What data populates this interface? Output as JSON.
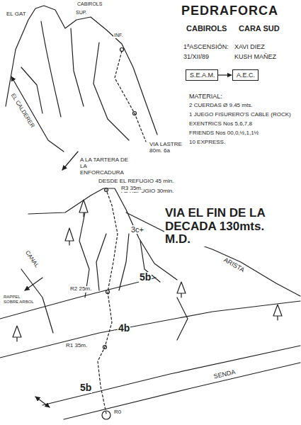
{
  "diagram": {
    "title": "PEDRAFORCA",
    "nodes": [
      {
        "text": [
          "S.E.A.M."
        ]
      },
      {
        "text": [
          "A.E.C."
        ]
      }
    ],
    "edges": [
      {
        "from": 0,
        "to": 1,
        "arrow": "to"
      }
    ],
    "labels": [
      "CABIROLS",
      "CARA SUD",
      "EL GAT",
      "CABIROLS",
      "SUP.",
      "INF.",
      "1ªASCENSIÓN:",
      "31/XII/89",
      "XAVI DIEZ",
      "KUSH MAÑEZ",
      "EL CALDERER",
      "MATERIAL:",
      "2 CUERDAS Ø 9.45 mts.",
      "1 JUEGO FISURERO'S CABLE (ROCK)",
      "EXENTRICS Nos 5,6,7,8",
      "FRIENDS Nos 00,0,½,1,1½",
      "10 EXPRESS.",
      "A LA TARTERA DE LA ENFORCADURA",
      "VIA LASTRE 80m. 6a",
      "DESDE EL REFUGIO 45 min.",
      "AL REFUGIO 30min.",
      "VIA EL FIN DE LA DECADA 130mts. M.D.",
      "3c+",
      "5b",
      "4b",
      "5b",
      "R3 35m.",
      "R2 25m.",
      "R1 35m.",
      "R0",
      "CANAL",
      "ARISTA",
      "RAPPEL SOBRE ARBOL",
      "SENDA"
    ]
  }
}
